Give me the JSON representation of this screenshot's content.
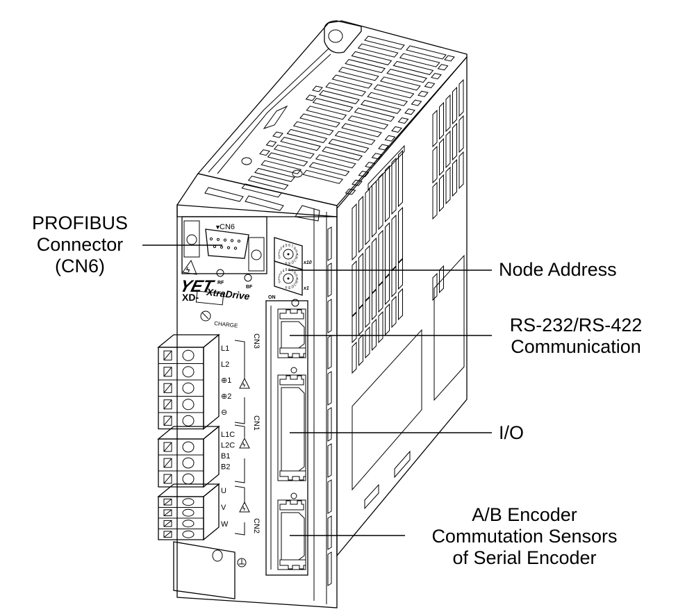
{
  "figure": {
    "type": "product line drawing",
    "subject": "XtraDrive servo amplifier with PROFIBUS option"
  },
  "callouts": {
    "profibus": [
      "PROFIBUS",
      "Connector",
      "(CN6)"
    ],
    "node_address": [
      "Node Address"
    ],
    "rs232": [
      "RS-232/RS-422",
      "Communication"
    ],
    "io": [
      "I/O"
    ],
    "encoder": [
      "A/B Encoder",
      "Commutation Sensors",
      "of Serial Encoder"
    ]
  },
  "device": {
    "brand_logo": "YET",
    "product_name": "XtraDrive",
    "model_prefix": "XD-",
    "model_placeholder": "_ _ _-_ _",
    "connector_cn6": "CN6",
    "led_labels": [
      "RF",
      "BF"
    ],
    "rotary_switch_digits": "0123456789ABCDEF",
    "rotary_switch_labels": [
      "x10",
      "x1"
    ],
    "on_label": "ON",
    "charge_label": "CHARGE",
    "connectors": [
      "CN3",
      "CN1",
      "CN2"
    ],
    "terminals_main": [
      "L1",
      "L2",
      "⊕1",
      "⊕2",
      "⊖"
    ],
    "terminals_control": [
      "L1C",
      "L2C",
      "B1",
      "B2"
    ],
    "terminals_motor": [
      "U",
      "V",
      "W"
    ],
    "warning_icon": "high-voltage-warning",
    "ground_icon": "protective-ground"
  }
}
